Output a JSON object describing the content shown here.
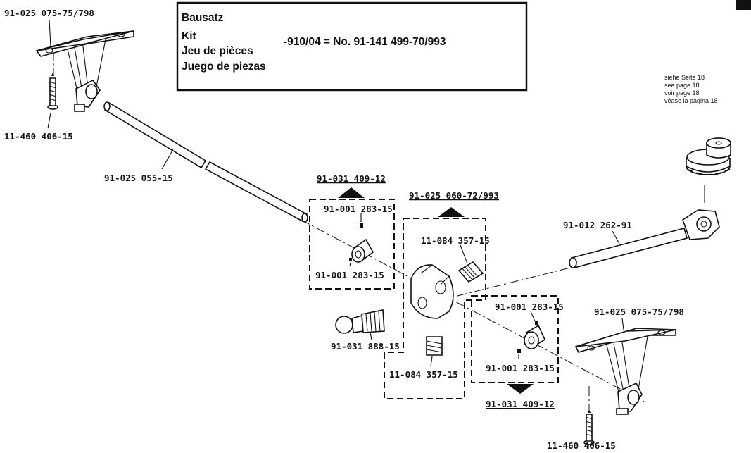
{
  "kit": {
    "line1": "Bausatz",
    "line2": "Kit",
    "line3": "Jeu de pièces",
    "line4": "Juego de piezas",
    "number": "-910/04 = No. 91-141 499-70/993"
  },
  "see_page": {
    "de": "siehe Seite 18",
    "en": "see page 18",
    "fr": "voir page 18",
    "es": "véase la pagina 18"
  },
  "parts": {
    "bracket_top": "91-025 075-75/798",
    "screw_top": "11-460 406-15",
    "rod": "91-025 055-15",
    "ring_group_top": "91-031 409-12",
    "ring_top_screw_a": "91-001 283-15",
    "ring_top_screw_b": "91-001 283-15",
    "block_group": "91-025 060-72/993",
    "block_screw_top": "11-084 357-15",
    "ball_stud": "91-031 888-15",
    "block_screw_bottom": "11-084 357-15",
    "lever": "91-012 262-91",
    "ring_bottom_screw_a": "91-001 283-15",
    "ring_bottom_screw_b": "91-001 283-15",
    "ring_group_bottom": "91-031 409-12",
    "bracket_bottom": "91-025 075-75/798",
    "screw_bottom": "11-460 406-15"
  }
}
